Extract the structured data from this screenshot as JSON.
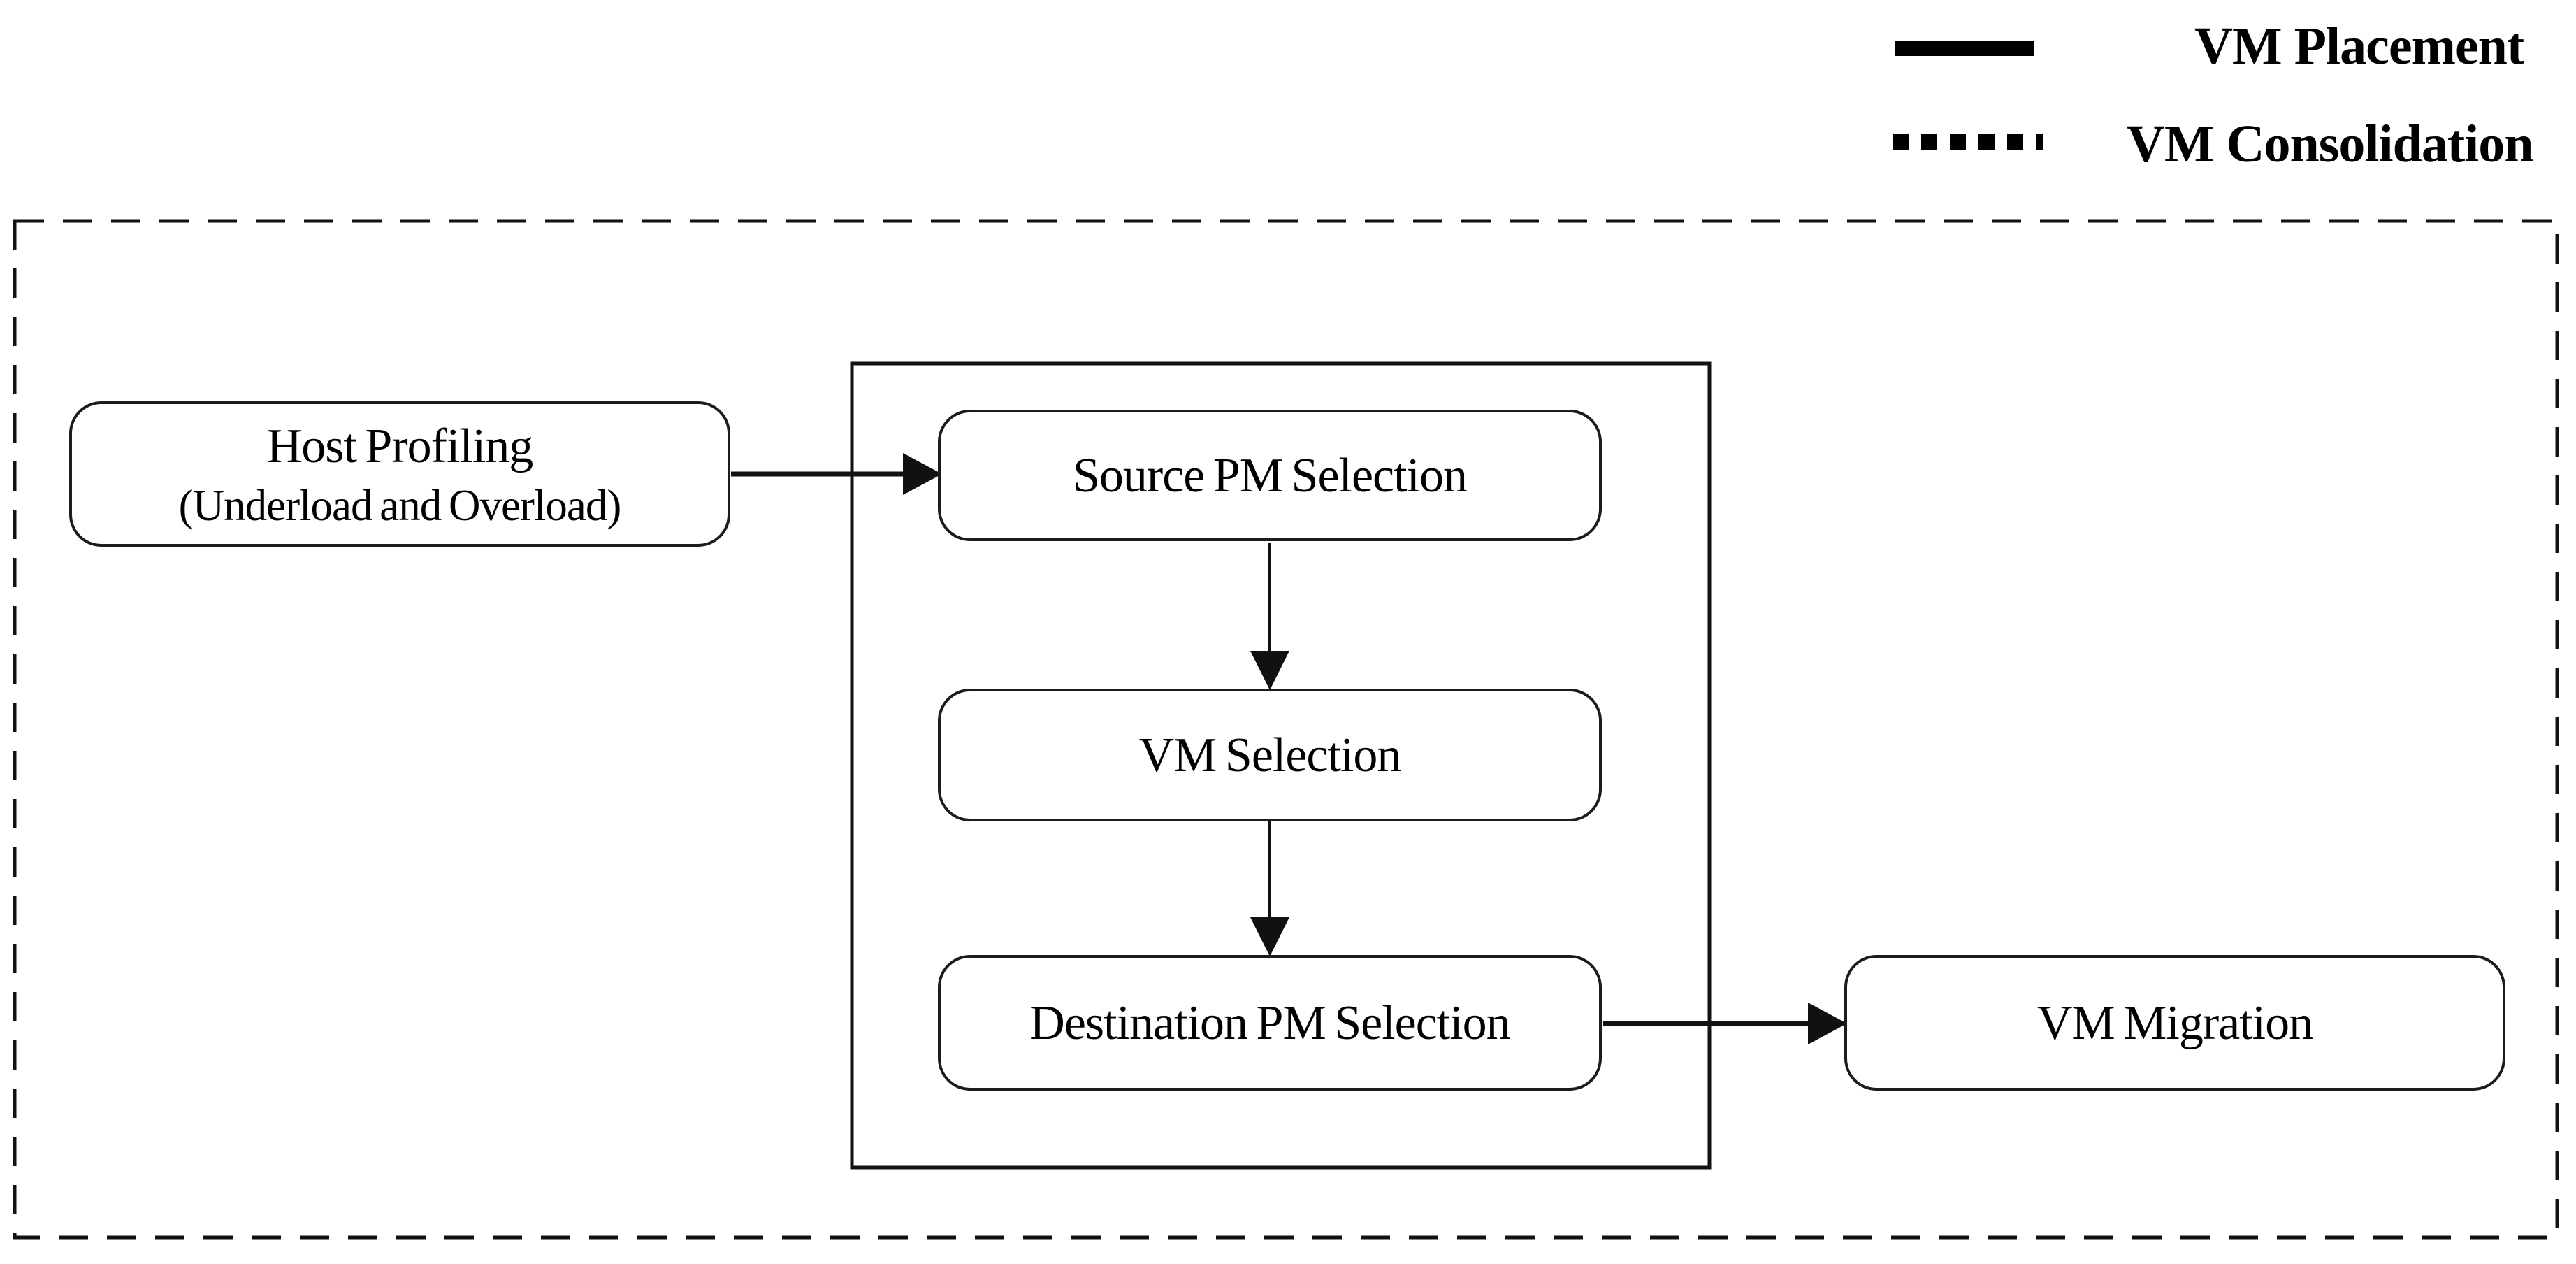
{
  "legend": {
    "items": [
      {
        "label": "VM Placement",
        "line_style": "solid"
      },
      {
        "label": "VM Consolidation",
        "line_style": "dashed"
      }
    ]
  },
  "diagram": {
    "type": "flowchart",
    "nodes": [
      {
        "id": "host-profiling",
        "label": "Host Profiling",
        "sublabel": "(Underload and Overload)"
      },
      {
        "id": "source-pm-selection",
        "label": "Source PM Selection"
      },
      {
        "id": "vm-selection",
        "label": "VM Selection"
      },
      {
        "id": "destination-pm-selection",
        "label": "Destination PM Selection"
      },
      {
        "id": "vm-migration",
        "label": "VM Migration"
      }
    ],
    "edges": [
      {
        "from": "host-profiling",
        "to": "source-pm-selection",
        "direction": "right"
      },
      {
        "from": "source-pm-selection",
        "to": "vm-selection",
        "direction": "down"
      },
      {
        "from": "vm-selection",
        "to": "destination-pm-selection",
        "direction": "down"
      },
      {
        "from": "destination-pm-selection",
        "to": "vm-migration",
        "direction": "right"
      }
    ],
    "containers": [
      {
        "id": "outer-scope",
        "border": "dashed"
      },
      {
        "id": "selection-group",
        "border": "solid"
      }
    ],
    "colors": {
      "line": "#000000",
      "border": "#1c1c1c",
      "background": "#ffffff",
      "text": "#000000"
    }
  }
}
